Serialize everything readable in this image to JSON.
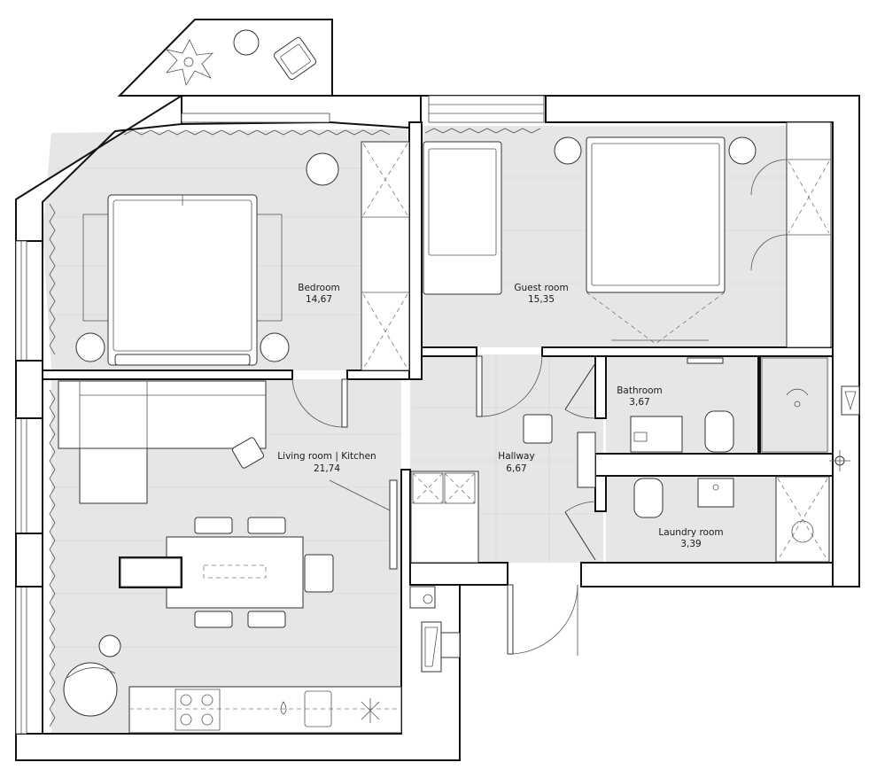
{
  "rooms": {
    "bedroom": {
      "name": "Bedroom",
      "area": "14,67"
    },
    "guest_room": {
      "name": "Guest room",
      "area": "15,35"
    },
    "bathroom": {
      "name": "Bathroom",
      "area": "3,67"
    },
    "living_kitchen": {
      "name": "Living room | Kitchen",
      "area": "21,74"
    },
    "hallway": {
      "name": "Hallway",
      "area": "6,67"
    },
    "laundry": {
      "name": "Laundry room",
      "area": "3,39"
    }
  },
  "colors": {
    "floor": "#e6e6e6",
    "wall": "#111111",
    "background": "#ffffff"
  },
  "icons": [
    "bed",
    "wardrobe",
    "sofa",
    "dining-table",
    "chair",
    "armchair",
    "plant",
    "shower",
    "toilet",
    "sink",
    "washing-machine",
    "stove",
    "door",
    "window"
  ]
}
